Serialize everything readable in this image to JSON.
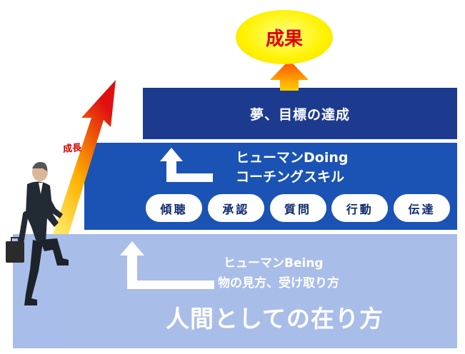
{
  "goal": {
    "label": "成果"
  },
  "growth": {
    "label": "成長"
  },
  "level3": {
    "label": "夢、目標の達成"
  },
  "level2": {
    "line1": "ヒューマンDoing",
    "line2": "コーチングスキル",
    "skills": [
      "傾聴",
      "承認",
      "質問",
      "行動",
      "伝達"
    ]
  },
  "level1": {
    "line1": "ヒューマンBeing",
    "line2": "物の見方、受け取り方",
    "main": "人間としての在り方"
  },
  "colors": {
    "step1": "#a9bde9",
    "step2": "#1a53b4",
    "step3": "#1c3a8e",
    "goal_fill": "#fff200",
    "goal_text": "#e00000",
    "growth_arrow_top": "#e01010"
  }
}
